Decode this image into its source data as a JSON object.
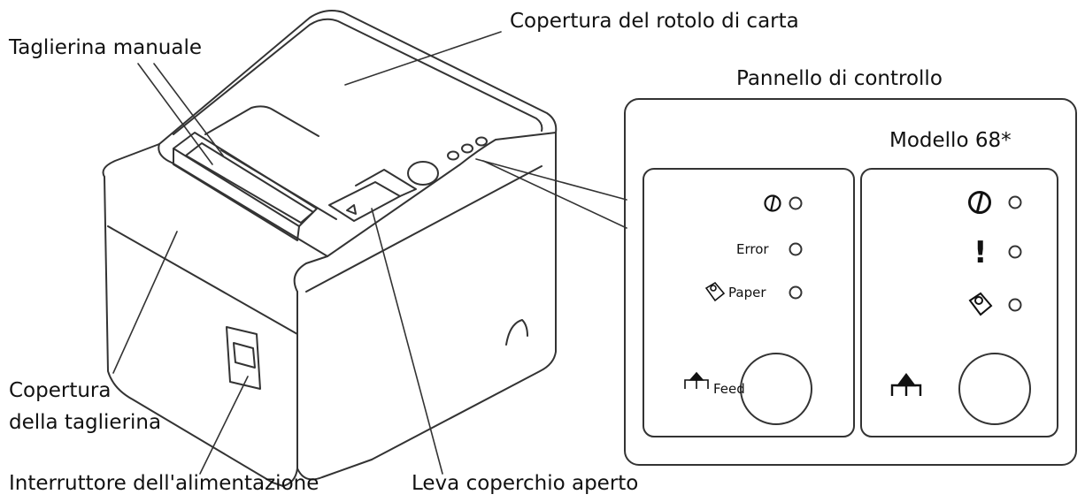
{
  "labels": {
    "paper_cover": "Copertura del rotolo di carta",
    "manual_cutter": "Taglierina manuale",
    "control_panel": "Pannello di controllo",
    "model": "Modello 68*",
    "cutter_cover_line1": "Copertura",
    "cutter_cover_line2": "della taglierina",
    "power_switch": "Interruttore dell'alimentazione",
    "cover_open_lever": "Leva coperchio aperto"
  },
  "panel_left": {
    "error": "Error",
    "paper": "Paper",
    "feed": "Feed"
  },
  "panel_right": {
    "error_symbol": "!"
  },
  "icons": [
    "power-icon",
    "paper-end-icon",
    "feed-icon",
    "led-indicator"
  ],
  "colors": {
    "line": "#333333",
    "background": "#ffffff"
  }
}
